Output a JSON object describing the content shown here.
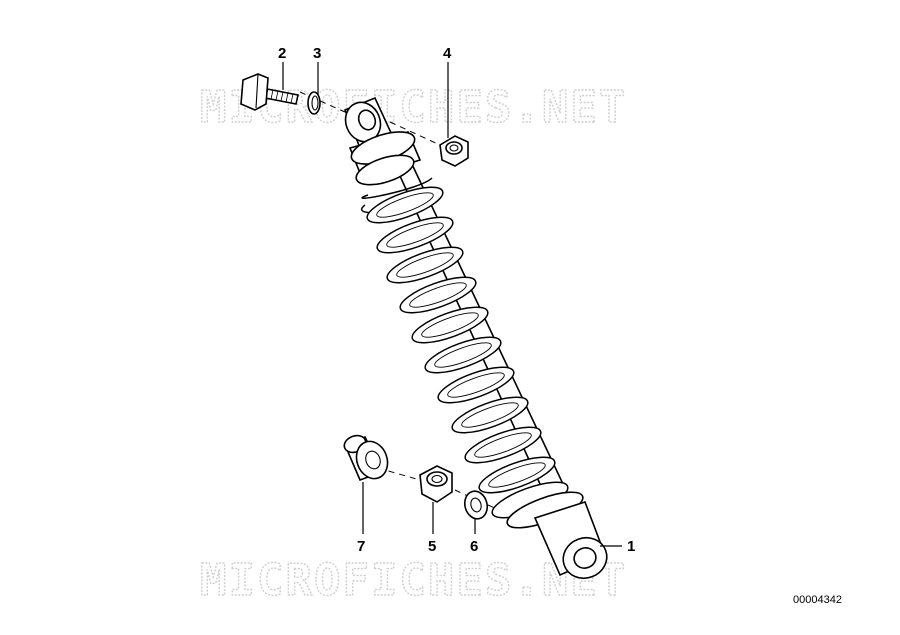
{
  "watermarks": [
    "MICROFICHES.NET",
    "MICROFICHES.NET"
  ],
  "reference_number": "00004342",
  "callouts": [
    "1",
    "2",
    "3",
    "4",
    "5",
    "6",
    "7"
  ],
  "parts": [
    {
      "callout": "1",
      "icon": "shock-absorber-icon"
    },
    {
      "callout": "2",
      "icon": "hex-bolt-icon"
    },
    {
      "callout": "3",
      "icon": "spring-washer-icon"
    },
    {
      "callout": "4",
      "icon": "hex-nut-icon"
    },
    {
      "callout": "5",
      "icon": "hex-nut-icon"
    },
    {
      "callout": "6",
      "icon": "washer-icon"
    },
    {
      "callout": "7",
      "icon": "bushing-icon"
    }
  ]
}
